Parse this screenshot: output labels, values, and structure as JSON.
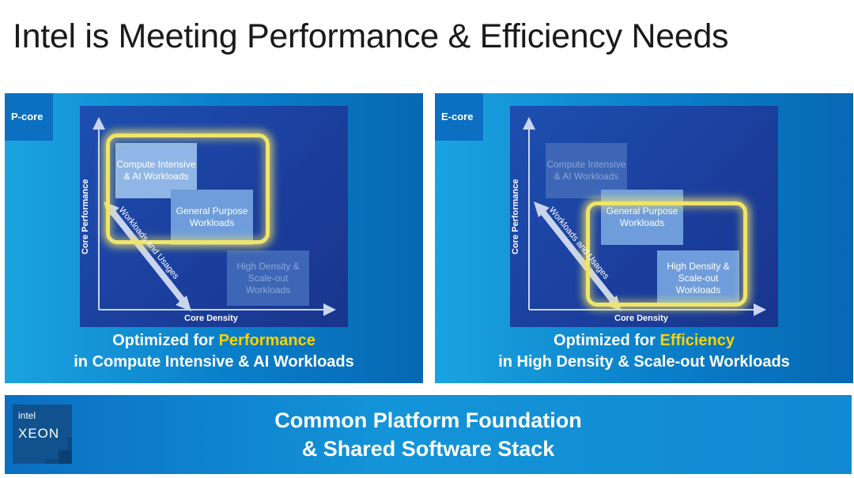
{
  "title": "Intel is Meeting Performance & Efficiency Needs",
  "colors": {
    "panel": "#0a7ec9",
    "chart": "#1b3f9e",
    "glow": "#f0e46a",
    "highlight": "#ffd200",
    "footer": "#1394d8",
    "logo": "#10518e"
  },
  "panels": [
    {
      "tag": "P-core",
      "y_axis": "Core Performance",
      "x_axis": "Core Density",
      "diagonal_label": "Workloads and Usages",
      "boxes": [
        {
          "label": "Compute Intensive & AI Workloads",
          "state": "highlighted"
        },
        {
          "label": "General Purpose Workloads",
          "state": "highlighted"
        },
        {
          "label": "High Density & Scale-out Workloads",
          "state": "dimmed"
        }
      ],
      "caption_prefix": "Optimized for ",
      "caption_highlight": "Performance",
      "caption_line2": "in Compute Intensive & AI Workloads"
    },
    {
      "tag": "E-core",
      "y_axis": "Core Performance",
      "x_axis": "Core Density",
      "diagonal_label": "Workloads and Usages",
      "boxes": [
        {
          "label": "Compute Intensive & AI Workloads",
          "state": "dimmed"
        },
        {
          "label": "General Purpose Workloads",
          "state": "highlighted"
        },
        {
          "label": "High Density & Scale-out Workloads",
          "state": "highlighted"
        }
      ],
      "caption_prefix": "Optimized for ",
      "caption_highlight": "Efficiency",
      "caption_line2": "in High Density & Scale-out Workloads"
    }
  ],
  "footer": {
    "logo_brand": "intel",
    "logo_product": "XEON",
    "line1": "Common Platform Foundation",
    "line2": "& Shared Software Stack"
  }
}
